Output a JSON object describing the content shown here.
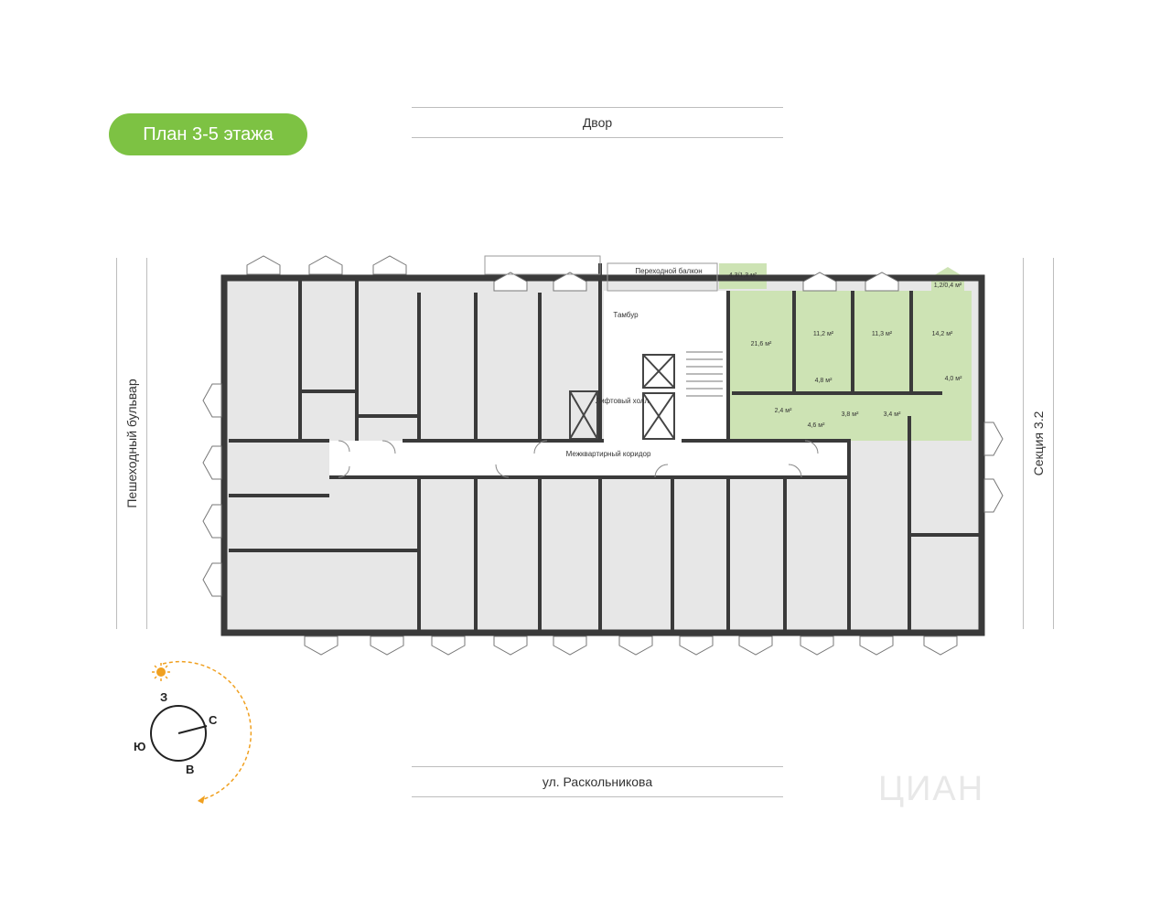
{
  "title": "План 3-5 этажа",
  "colors": {
    "accent": "#7dc243",
    "highlight_fill": "#cde3b4",
    "room_fill": "#e7e7e7",
    "wall": "#3a3a3a",
    "sun_path": "#f0a020"
  },
  "streets": {
    "top": "Двор",
    "bottom": "ул. Раскольникова",
    "left": "Пешеходный бульвар",
    "right": "Секция 3.2"
  },
  "common_areas": {
    "transition_balcony": "Переходной балкон",
    "vestibule": "Тамбур",
    "elevator_hall": "Лифтовый холл",
    "corridor": "Межквартирный коридор"
  },
  "apartment_rooms": [
    {
      "area": "4,3/1,3 м²"
    },
    {
      "area": "1,2/0,4 м²"
    },
    {
      "area": "21,6 м²"
    },
    {
      "area": "11,2 м²"
    },
    {
      "area": "11,3 м²"
    },
    {
      "area": "14,2 м²"
    },
    {
      "area": "4,8 м²"
    },
    {
      "area": "4,0 м²"
    },
    {
      "area": "2,4 м²"
    },
    {
      "area": "4,6 м²"
    },
    {
      "area": "3,8 м²"
    },
    {
      "area": "3,4 м²"
    }
  ],
  "compass": {
    "north": "С",
    "south": "Ю",
    "west": "З",
    "east": "В",
    "sun_icon": "sun-icon"
  },
  "watermark": "ЦИАН"
}
